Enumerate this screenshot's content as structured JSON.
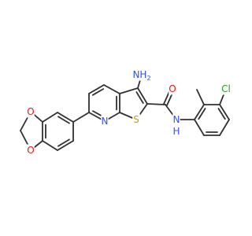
{
  "molecule": {
    "atoms": [
      {
        "id": "N_amino",
        "label": "NH",
        "sub": "2",
        "color": "#3050F8"
      },
      {
        "id": "O_carbonyl",
        "label": "O",
        "color": "#FF0D0D"
      },
      {
        "id": "N_pyridine",
        "label": "N",
        "color": "#3050F8"
      },
      {
        "id": "S_thiophene",
        "label": "S",
        "color": "#C8A000"
      },
      {
        "id": "N_amide",
        "label": "N",
        "color": "#3050F8"
      },
      {
        "id": "H_amide",
        "label": "H",
        "color": "#3050F8"
      },
      {
        "id": "Cl",
        "label": "Cl",
        "color": "#1FA01F"
      },
      {
        "id": "O_dioxole_upper",
        "label": "O",
        "color": "#FF0D0D"
      },
      {
        "id": "O_dioxole_lower",
        "label": "O",
        "color": "#FF0D0D"
      }
    ]
  }
}
